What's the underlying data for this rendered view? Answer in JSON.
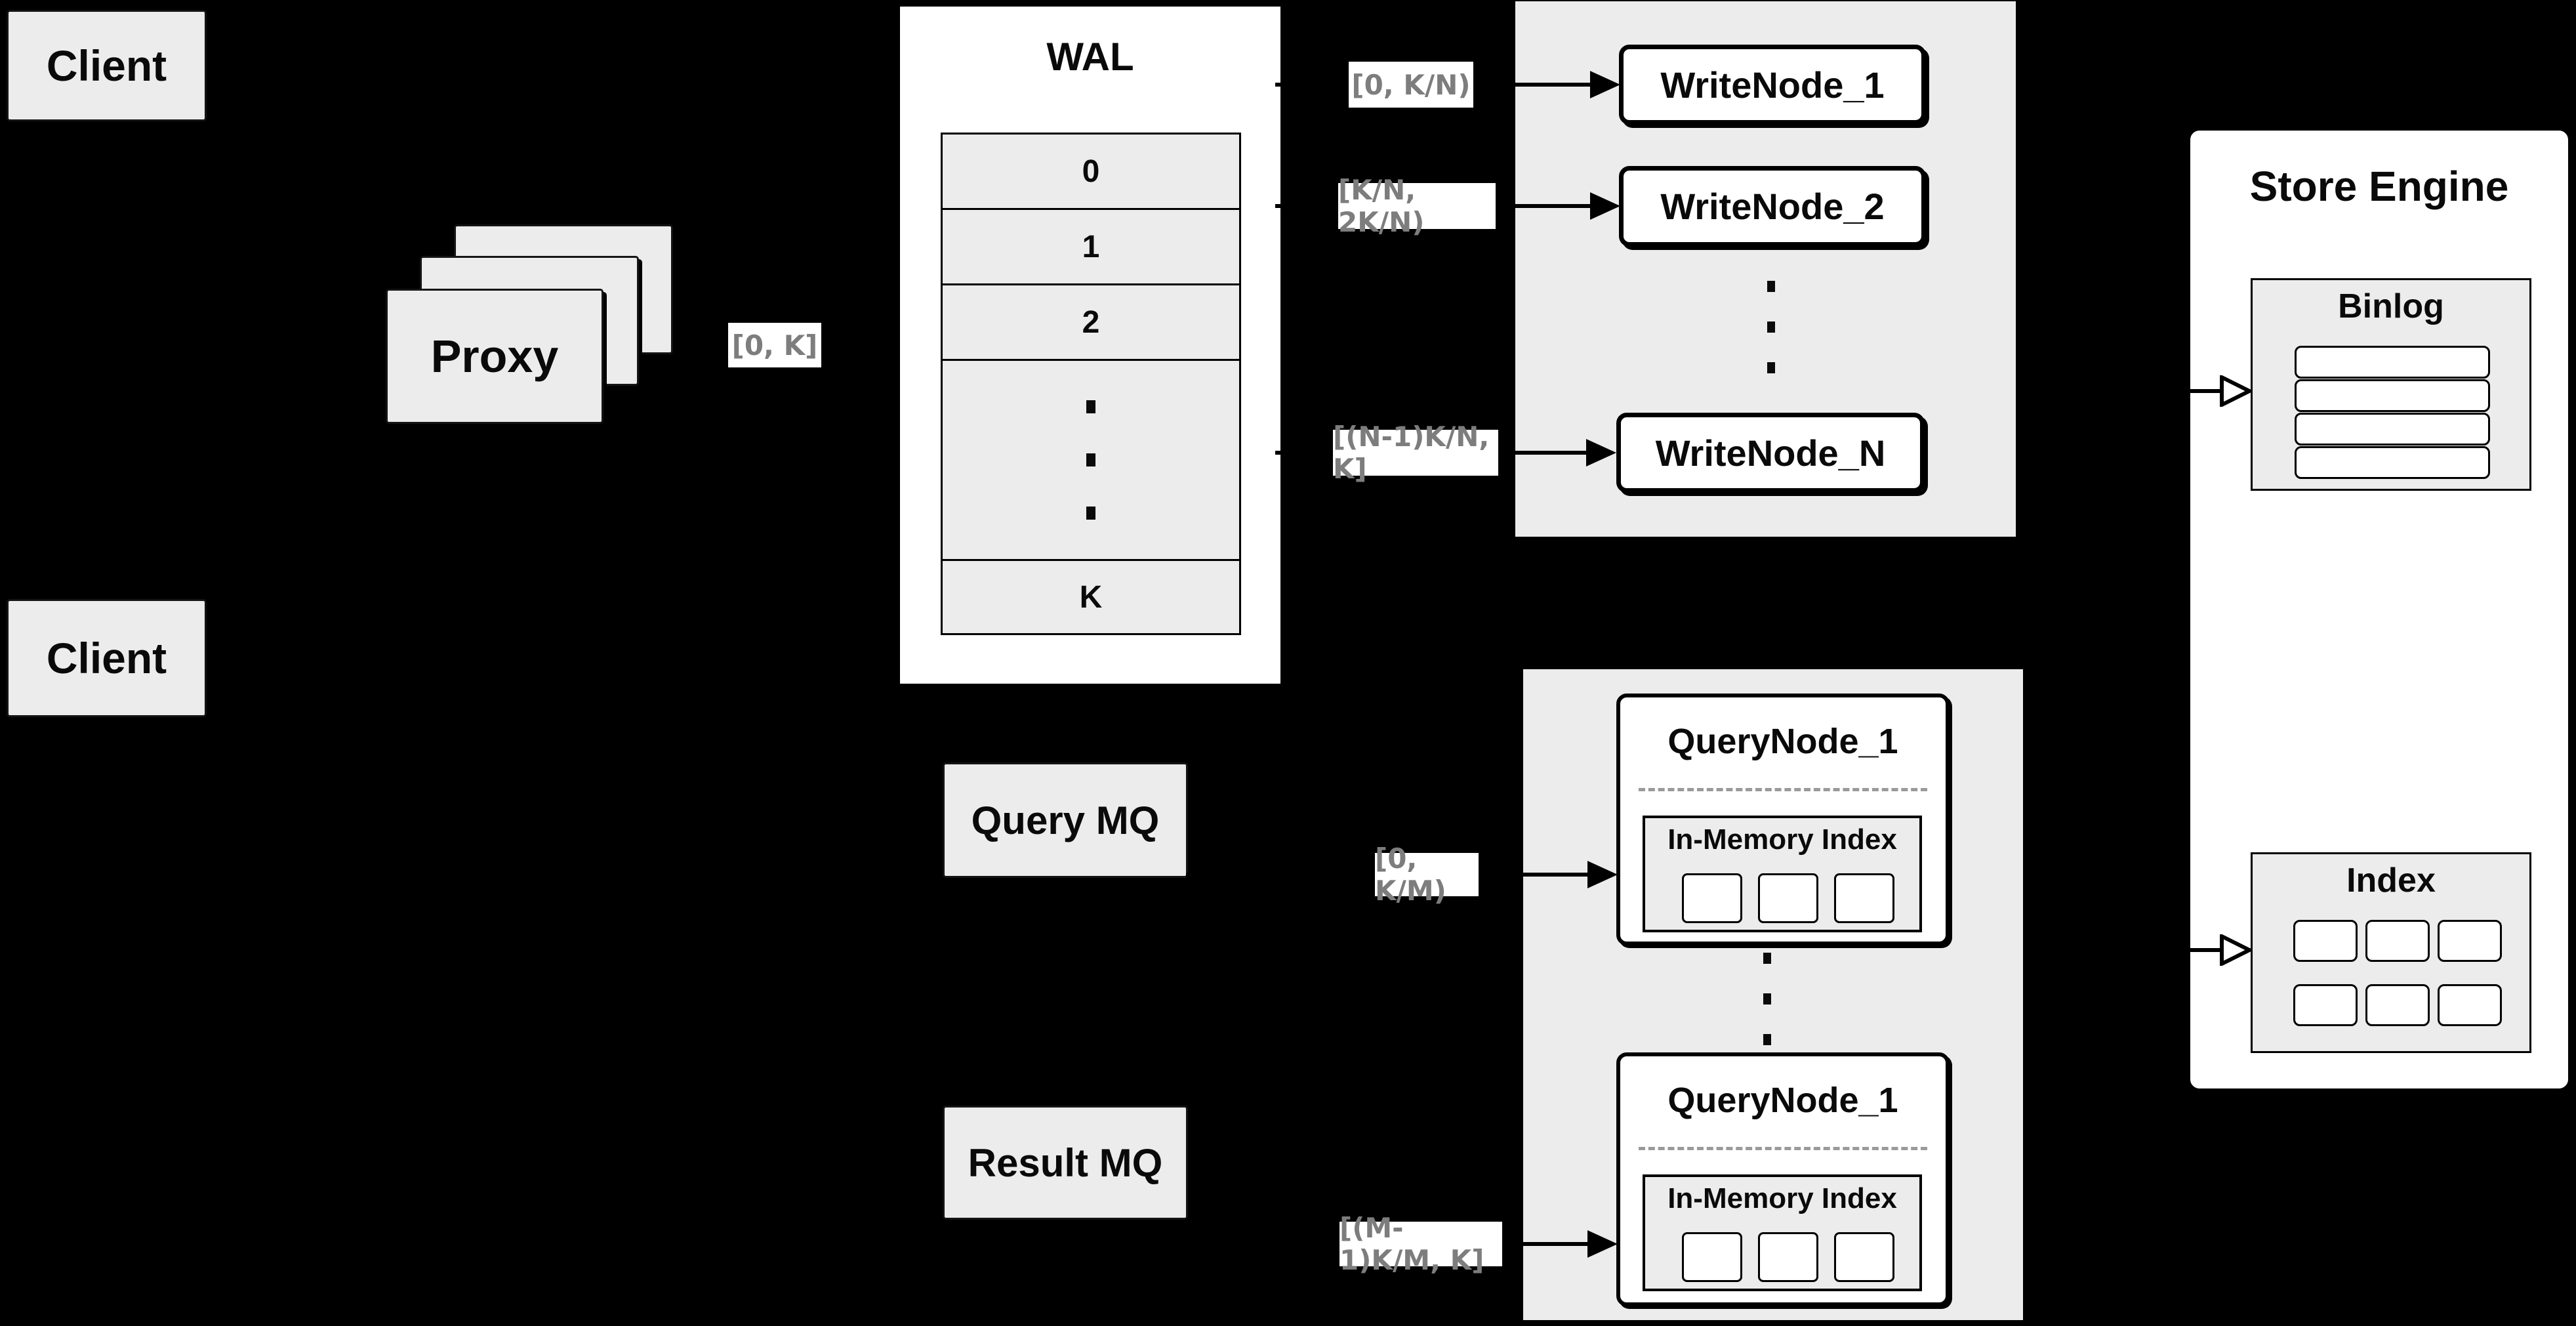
{
  "colors": {
    "background": "#000000",
    "surface_gray": "#ececec",
    "surface_white": "#ffffff",
    "border": "#000000",
    "range_label_text": "#7d7d7d",
    "dashed_divider": "#9a9a9a"
  },
  "clients": {
    "top": "Client",
    "bottom": "Client"
  },
  "proxy": {
    "label": "Proxy"
  },
  "range_chips": {
    "proxy_out": "[0, K]",
    "write_1": "[0, K/N)",
    "write_2": "[K/N, 2K/N)",
    "write_n": "[(N-1)K/N, K]",
    "query_1": "[0, K/M)",
    "query_m": "[(M-1)K/M, K]"
  },
  "wal": {
    "title": "WAL",
    "rows": [
      "0",
      "1",
      "2"
    ],
    "last_row": "K"
  },
  "write_panel": {
    "nodes": [
      {
        "name": "WriteNode_1"
      },
      {
        "name": "WriteNode_2"
      },
      {
        "name": "WriteNode_N"
      }
    ]
  },
  "mq": {
    "query": "Query MQ",
    "result": "Result MQ"
  },
  "query_panel": {
    "nodes": [
      {
        "name": "QueryNode_1",
        "inmem": "In-Memory Index"
      },
      {
        "name": "QueryNode_1",
        "inmem": "In-Memory Index"
      }
    ]
  },
  "store_engine": {
    "title": "Store Engine",
    "binlog": "Binlog",
    "index": "Index"
  }
}
